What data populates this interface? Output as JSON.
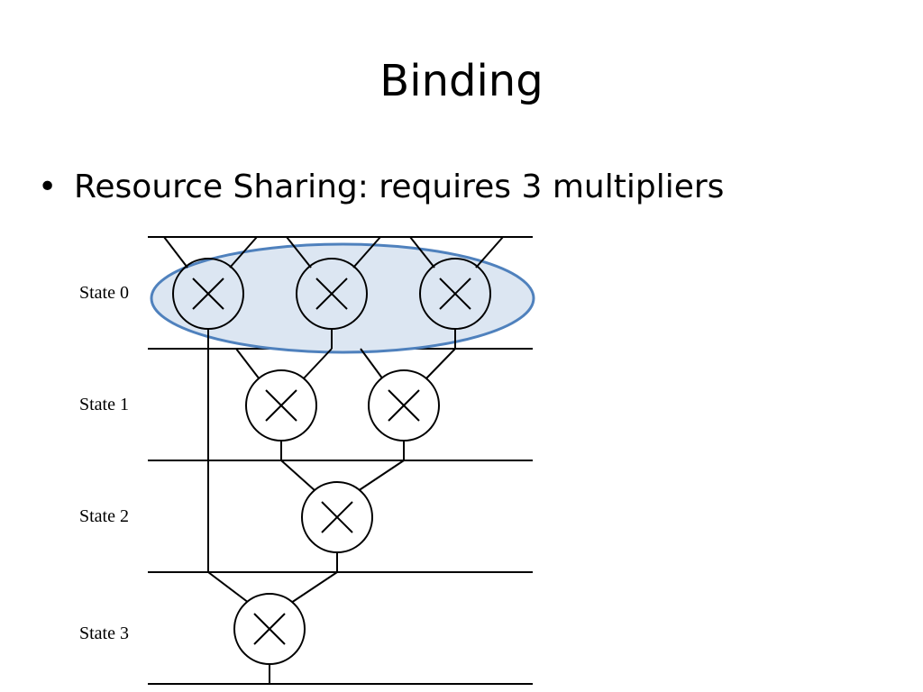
{
  "slide": {
    "title": "Binding",
    "bullet_marker": "•",
    "bullet_text": "Resource Sharing: requires 3 multipliers"
  },
  "diagram": {
    "states": [
      {
        "label": "State 0"
      },
      {
        "label": "State 1"
      },
      {
        "label": "State 2"
      },
      {
        "label": "State 3"
      }
    ],
    "multipliers_per_state": [
      3,
      2,
      1,
      1
    ],
    "shared_multipliers_highlight": {
      "state": "State 0",
      "count": 3
    },
    "colors": {
      "highlight_fill": "#dce6f2",
      "highlight_stroke": "#4f81bd",
      "line": "#000000",
      "node_fill": "#ffffff"
    }
  }
}
